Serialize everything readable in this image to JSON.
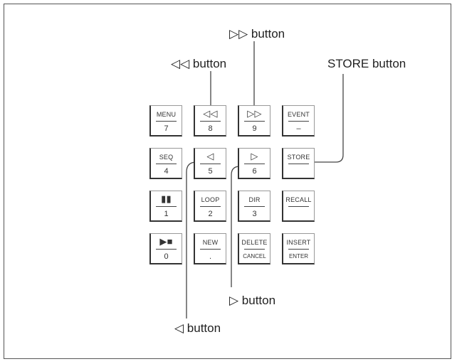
{
  "callouts": {
    "ff": "▷▷ button",
    "rew": "◁◁ button",
    "store": "STORE button",
    "fwd": "▷ button",
    "back": "◁ button"
  },
  "keys": {
    "menu": {
      "top": "MENU",
      "bottom": "7"
    },
    "rew": {
      "top": "◁◁",
      "bottom": "8"
    },
    "ff": {
      "top": "▷▷",
      "bottom": "9"
    },
    "event": {
      "top": "EVENT",
      "bottom": "–"
    },
    "seq": {
      "top": "SEQ",
      "bottom": "4"
    },
    "back": {
      "top": "◁",
      "bottom": "5"
    },
    "fwd": {
      "top": "▷",
      "bottom": "6"
    },
    "store": {
      "top": "STORE",
      "bottom": ""
    },
    "pause": {
      "top": "▮▮",
      "bottom": "1"
    },
    "loop": {
      "top": "LOOP",
      "bottom": "2"
    },
    "dir": {
      "top": "DIR",
      "bottom": "3"
    },
    "recall": {
      "top": "RECALL",
      "bottom": ""
    },
    "playstop": {
      "top": "▶■",
      "bottom": "0"
    },
    "new": {
      "top": "NEW",
      "bottom": "."
    },
    "delete": {
      "top": "DELETE",
      "bottom": "CANCEL"
    },
    "insert": {
      "top": "INSERT",
      "bottom": "ENTER"
    }
  }
}
